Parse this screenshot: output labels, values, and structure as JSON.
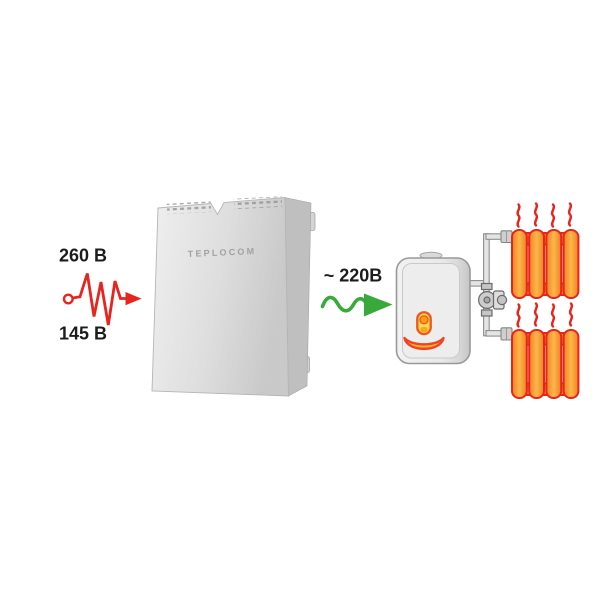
{
  "page": {
    "title": "TEPLOCOM stabilizer heating system diagram",
    "background": "#ffffff"
  },
  "labels": {
    "input_voltage_max": "260 В",
    "input_voltage_min": "145 В",
    "output_voltage": "~ 220В",
    "brand": "TEPLOCOM"
  },
  "icons": {
    "unstable_voltage_arrow": "red-zigzag-arrow",
    "stable_voltage_arrow": "green-sine-arrow",
    "stabilizer_device": "wall-stabilizer-box",
    "boiler": "heating-boiler",
    "circulation_pump": "pump-on-riser",
    "radiator": "cast-iron-radiator",
    "heat_waves": "red-heat-squiggles"
  },
  "colors": {
    "page_bg": "#ffffff",
    "unstable_red": "#e8241f",
    "stable_green": "#3aa93c",
    "radiator_orange": "#f6921e",
    "radiator_outline": "#e8241f",
    "accent_orange": "#ef5a24",
    "warm_yellow": "#ffd84d",
    "pipe_gray": "#e4e4e4",
    "device_gray": "#d9d9d9",
    "brand_gray": "#a2a2a2",
    "text_dark": "#1c1c1c"
  }
}
